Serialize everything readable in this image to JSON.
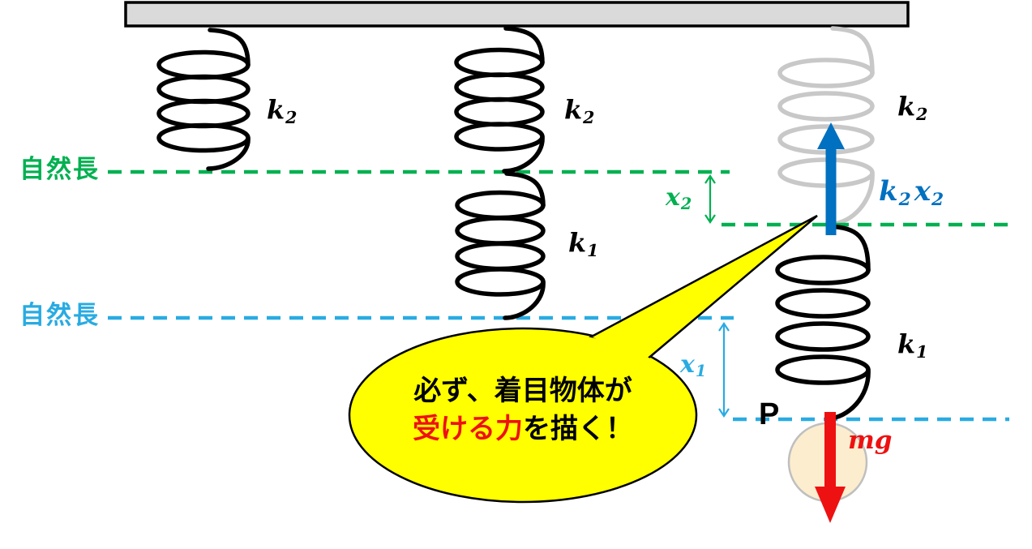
{
  "colors": {
    "ceiling_fill": "#DADADA",
    "outline_black": "#000000",
    "spring_black": "#000000",
    "spring_gray": "#C8C8C8",
    "natural_length_green": "#00B050",
    "natural_length_blue": "#29ABE2",
    "force_blue": "#0070C0",
    "force_red": "#EE1111",
    "bubble_yellow": "#FFFF00",
    "ball_fill": "#FBEDCE",
    "ball_stroke": "#BFBFBF"
  },
  "labels": {
    "natural_length_upper": "自然長",
    "natural_length_lower": "自然長",
    "spring_left": {
      "base": "k",
      "sub": "2"
    },
    "spring_mid_upper": {
      "base": "k",
      "sub": "2"
    },
    "spring_mid_lower": {
      "base": "k",
      "sub": "1"
    },
    "spring_right_upper": {
      "base": "k",
      "sub": "2"
    },
    "spring_right_lower": {
      "base": "k",
      "sub": "1"
    },
    "extension_upper": {
      "base": "x",
      "sub": "2"
    },
    "extension_lower": {
      "base": "x",
      "sub": "1"
    },
    "spring_force": {
      "base1": "k",
      "sub1": "2",
      "base2": "x",
      "sub2": "2"
    },
    "point": "P",
    "gravity_force": "mg"
  },
  "callout": {
    "line1": "必ず、着目物体が",
    "line2_highlight": "受ける力",
    "line2_rest": "を描く！"
  }
}
